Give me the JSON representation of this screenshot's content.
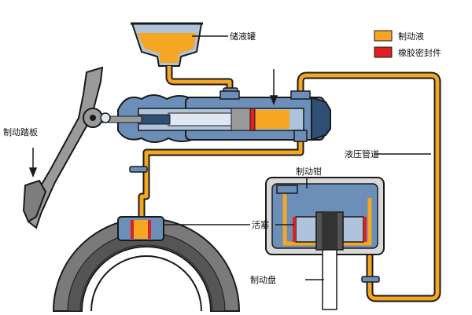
{
  "labels": {
    "reservoir": "储液罐",
    "pedal": "制动踏板",
    "hydraulic_line": "液压管道",
    "caliper": "制动钳",
    "piston": "活塞",
    "disc": "制动盘"
  },
  "legend": {
    "items": [
      {
        "label": "制动液",
        "color": "#f5a623"
      },
      {
        "label": "橡胶密封件",
        "color": "#e02020"
      }
    ]
  },
  "colors": {
    "fluid": "#f5a623",
    "seal": "#e02020",
    "body_blue": "#6b8fb8",
    "body_light": "#aec4dc",
    "body_dark": "#2f4f73",
    "metal_grey": "#9a9a9a",
    "drum_dark": "#555555",
    "outline": "#1a1a1a"
  },
  "icons": {
    "pedal": "brake-pedal-icon",
    "reservoir": "fluid-reservoir-icon",
    "master_cylinder": "master-cylinder-icon",
    "caliper": "brake-caliper-icon",
    "drum": "brake-drum-icon"
  }
}
